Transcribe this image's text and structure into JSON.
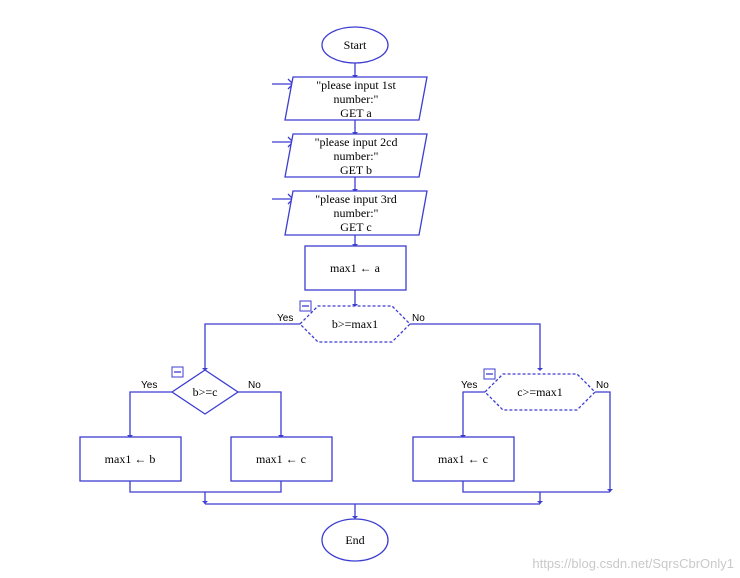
{
  "colors": {
    "stroke": "#3d3dd1",
    "text": "#000000",
    "watermark": "#c9c9c9"
  },
  "nodes": {
    "start": "Start",
    "input1": [
      "\"please input 1st",
      "number:\"",
      "GET a"
    ],
    "input2": [
      "\"please input 2cd",
      "number:\"",
      "GET b"
    ],
    "input3": [
      "\"please input 3rd",
      "number:\"",
      "GET c"
    ],
    "assign_a": "max1 ← a",
    "cond_b_max1": "b>=max1",
    "cond_b_c": "b>=c",
    "cond_c_max1": "c>=max1",
    "assign_b": "max1 ← b",
    "assign_c_left": "max1 ← c",
    "assign_c_right": "max1 ← c",
    "end": "End"
  },
  "branch_labels": {
    "yes": "Yes",
    "no": "No"
  },
  "watermark": "https://blog.csdn.net/SqrsCbrOnly1"
}
